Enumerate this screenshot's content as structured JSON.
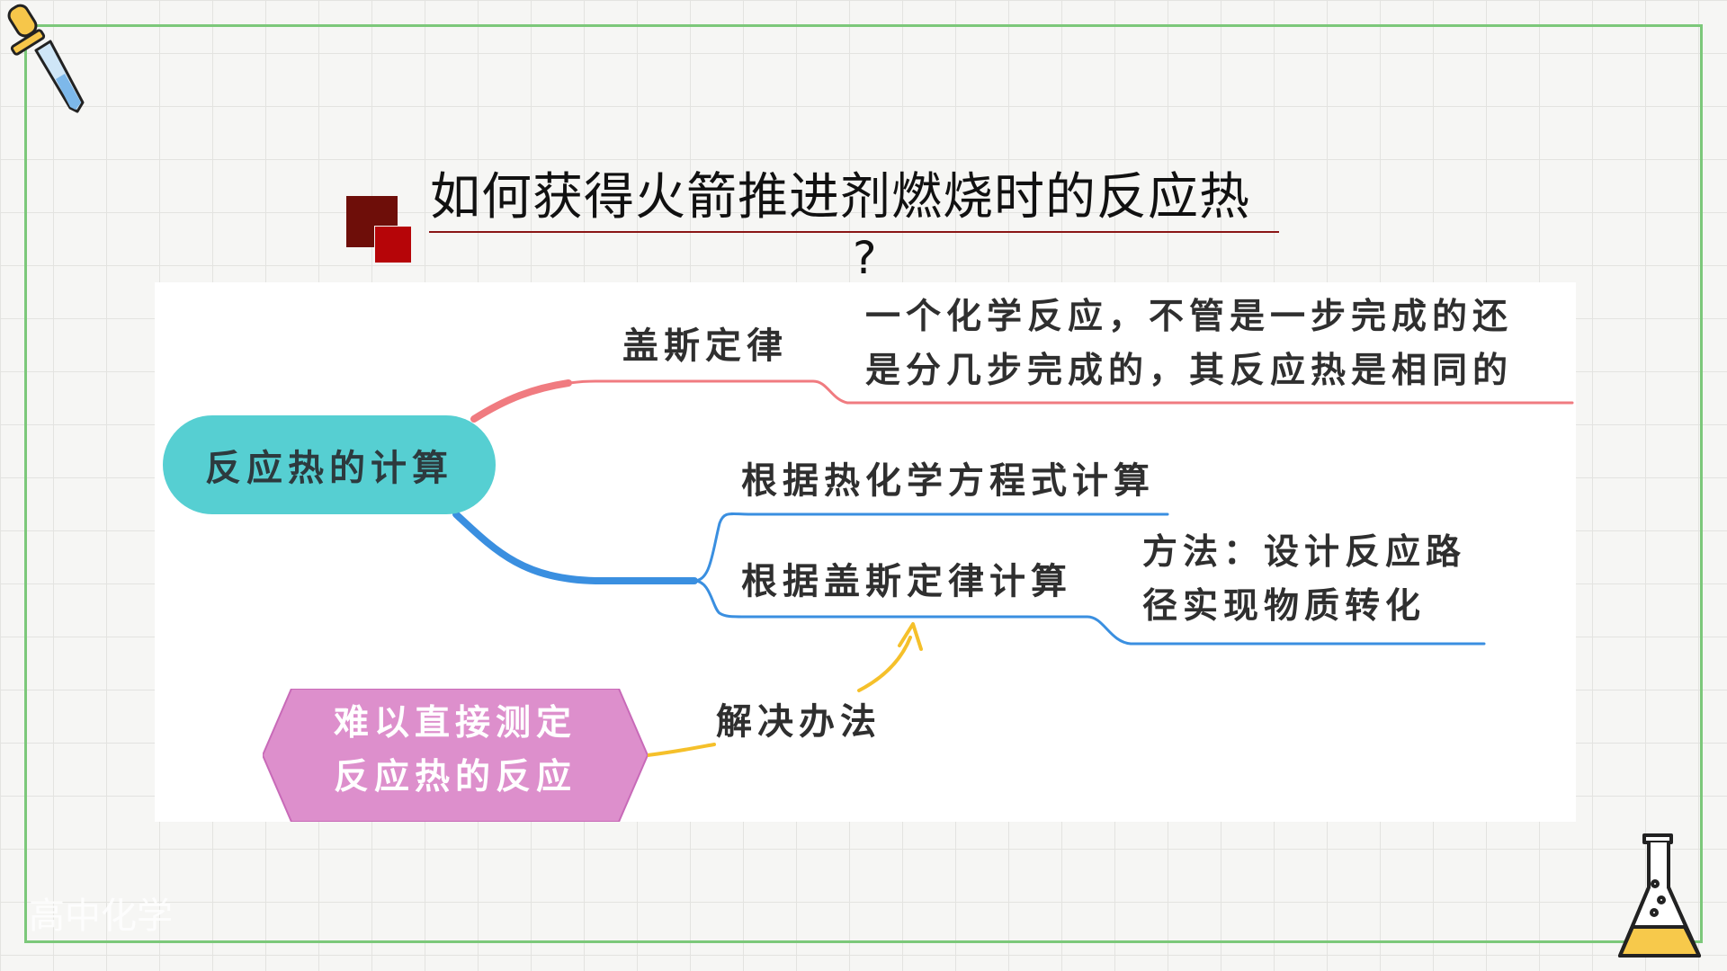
{
  "slide": {
    "title": "如何获得火箭推进剂燃烧时的反应热",
    "title_suffix": "?",
    "watermark": "高中化学"
  },
  "mindmap": {
    "root": "反应热的计算",
    "branch_hess_label": "盖斯定律",
    "branch_hess_desc_line1": "一个化学反应，不管是一步完成的还",
    "branch_hess_desc_line2": "是分几步完成的，其反应热是相同的",
    "branch_eq": "根据热化学方程式计算",
    "branch_hess_calc": "根据盖斯定律计算",
    "method_line1": "方法：设计反应路",
    "method_line2": "径实现物质转化",
    "problem_line1": "难以直接测定",
    "problem_line2": "反应热的反应",
    "solution_label": "解决办法"
  },
  "colors": {
    "frame": "#7cc87a",
    "root_fill": "#56cfd2",
    "hess_branch": "#f07b80",
    "calc_branch": "#3a8fe0",
    "solution_branch": "#f5c02a",
    "problem_fill": "#dd8fcc",
    "title_square_dark": "#6e0e09",
    "title_square_red": "#b60508"
  },
  "icons": [
    "dropper-icon",
    "flask-icon"
  ]
}
